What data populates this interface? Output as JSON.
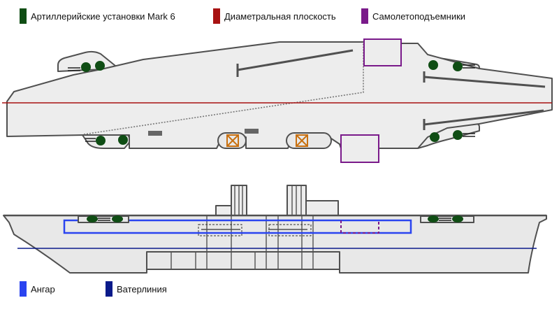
{
  "legend": {
    "guns": {
      "label": "Артиллерийские установки Mark 6",
      "color": "#0f4d14"
    },
    "centerline": {
      "label": "Диаметральная плоскость",
      "color": "#a81212"
    },
    "elevators": {
      "label": "Самолетоподъемники",
      "color": "#7a1a8a"
    },
    "hangar": {
      "label": "Ангар",
      "color": "#2a44f0"
    },
    "waterline": {
      "label": "Ватерлиния",
      "color": "#0a1a8a"
    }
  },
  "colors": {
    "outline": "#505050",
    "hull_fill": "#e8e8e8",
    "deck_fill": "#ededed",
    "crane": "#c87010"
  }
}
